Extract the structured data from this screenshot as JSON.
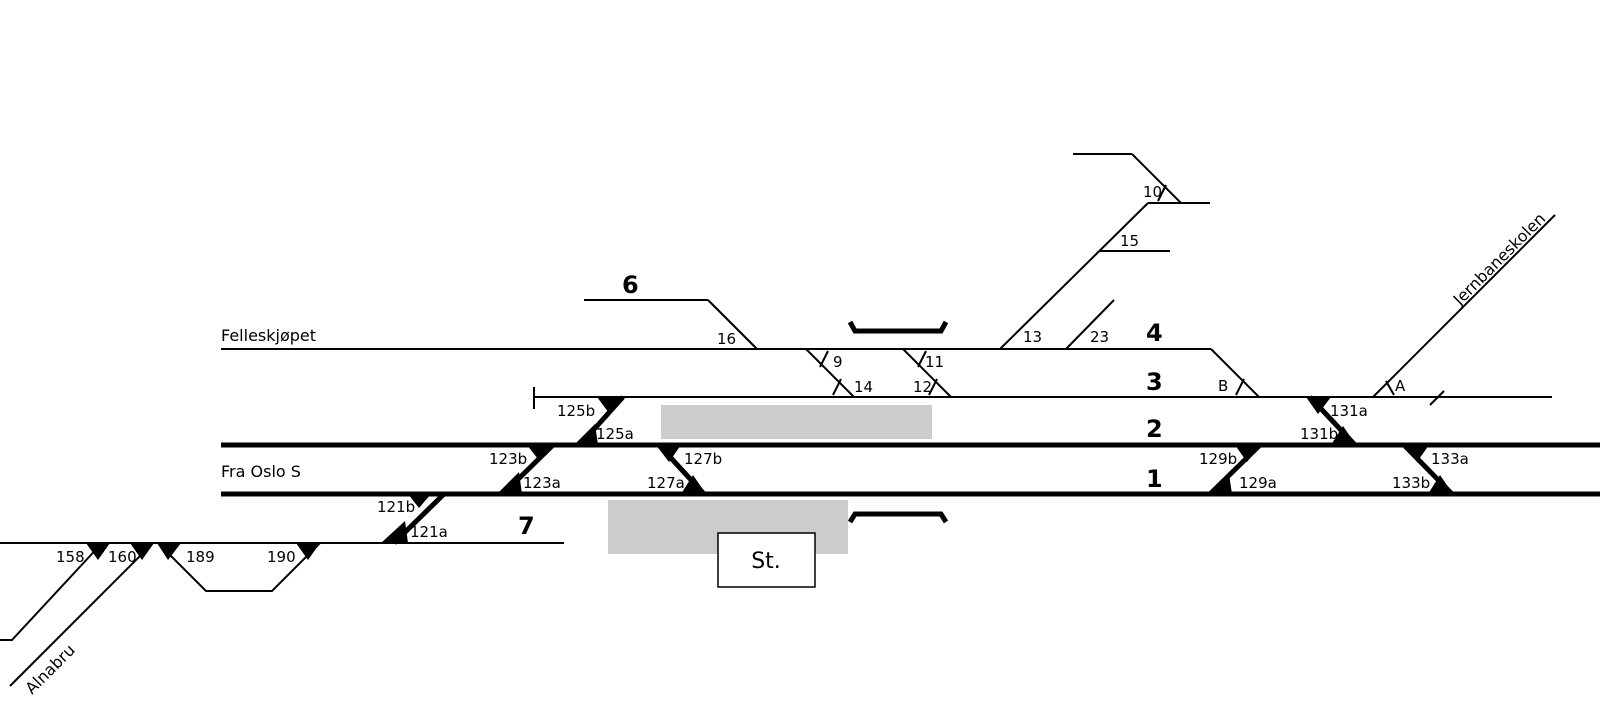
{
  "colors": {
    "track": "#000000",
    "platform": "#cccccc",
    "background": "#ffffff"
  },
  "labels": {
    "felleskjopet": "Felleskjøpet",
    "fra_oslo_s": "Fra Oslo S",
    "alnabru": "Alnabru",
    "jernbaneskolen": "Jernbaneskolen",
    "station": "St."
  },
  "tracks": {
    "t1": "1",
    "t2": "2",
    "t3": "3",
    "t4": "4",
    "t6": "6",
    "t7": "7"
  },
  "switches": {
    "s9": "9",
    "s10": "10",
    "s11": "11",
    "s12": "12",
    "s13": "13",
    "s14": "14",
    "s15": "15",
    "s16": "16",
    "s23": "23",
    "sA": "A",
    "sB": "B",
    "s121a": "121a",
    "s121b": "121b",
    "s123a": "123a",
    "s123b": "123b",
    "s125a": "125a",
    "s125b": "125b",
    "s127a": "127a",
    "s127b": "127b",
    "s129a": "129a",
    "s129b": "129b",
    "s131a": "131a",
    "s131b": "131b",
    "s133a": "133a",
    "s133b": "133b",
    "s158": "158",
    "s160": "160",
    "s189": "189",
    "s190": "190"
  }
}
